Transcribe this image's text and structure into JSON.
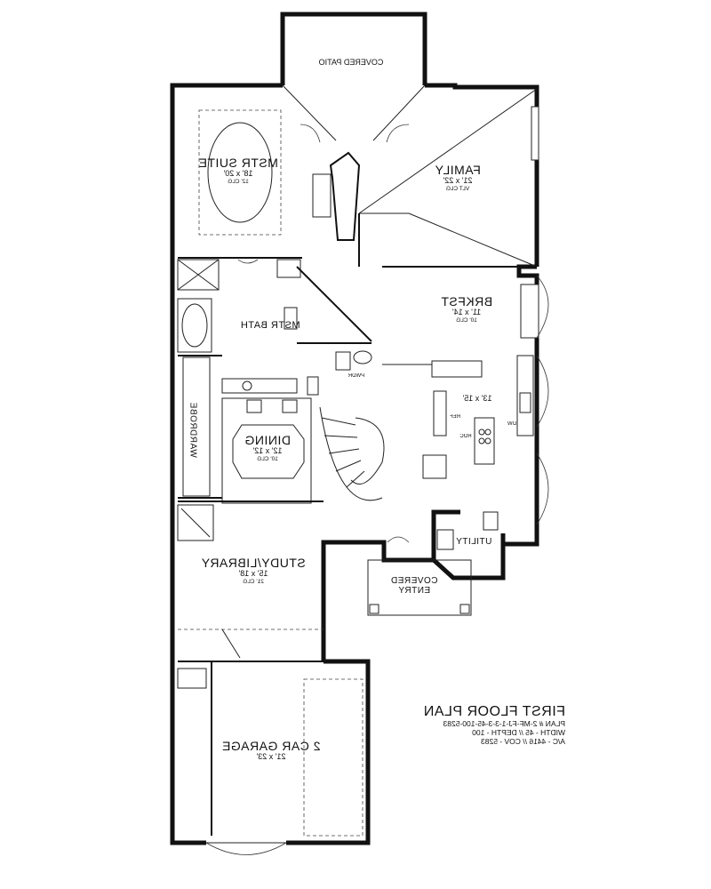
{
  "rooms": {
    "covered_patio": {
      "name": "COVERED PATIO"
    },
    "family": {
      "name": "FAMILY",
      "dim": "21' x 22'",
      "clg": "VLT CLG"
    },
    "mstr_suite": {
      "name": "MSTR SUITE",
      "dim": "18' x 20'",
      "clg": "12' CLG"
    },
    "brkfst": {
      "name": "BRKFST",
      "dim": "11' x 14'",
      "clg": "10' CLG"
    },
    "mstr_bath": {
      "name": "MSTR BATH"
    },
    "kitchen": {
      "dim": "13' x 15'"
    },
    "pwdr": {
      "name": "PWDR"
    },
    "wardrobe": {
      "name": "WARDROBE"
    },
    "dining": {
      "name": "DINING",
      "dim": "12' x 12'",
      "clg": "10' CLG"
    },
    "utility": {
      "name": "UTILITY"
    },
    "study": {
      "name": "STUDY/LIBRARY",
      "dim": "15' x 18'",
      "clg": "21' CLG"
    },
    "covered_entry": {
      "name": "COVERED",
      "name2": "ENTRY"
    },
    "garage": {
      "name": "2 CAR GARAGE",
      "dim": "21' x 23'"
    }
  },
  "fixtures": {
    "ref": "REF",
    "ckt": "ROC",
    "dw": "DW"
  },
  "title_block": {
    "title": "FIRST FLOOR PLAN",
    "line1": "PLAN # 2-MF-FJ-1-3-3-45-100-5283",
    "line2": "WIDTH - 45 // DEPTH - 100",
    "line3": "A/C - 4416 // COV - 5283"
  }
}
